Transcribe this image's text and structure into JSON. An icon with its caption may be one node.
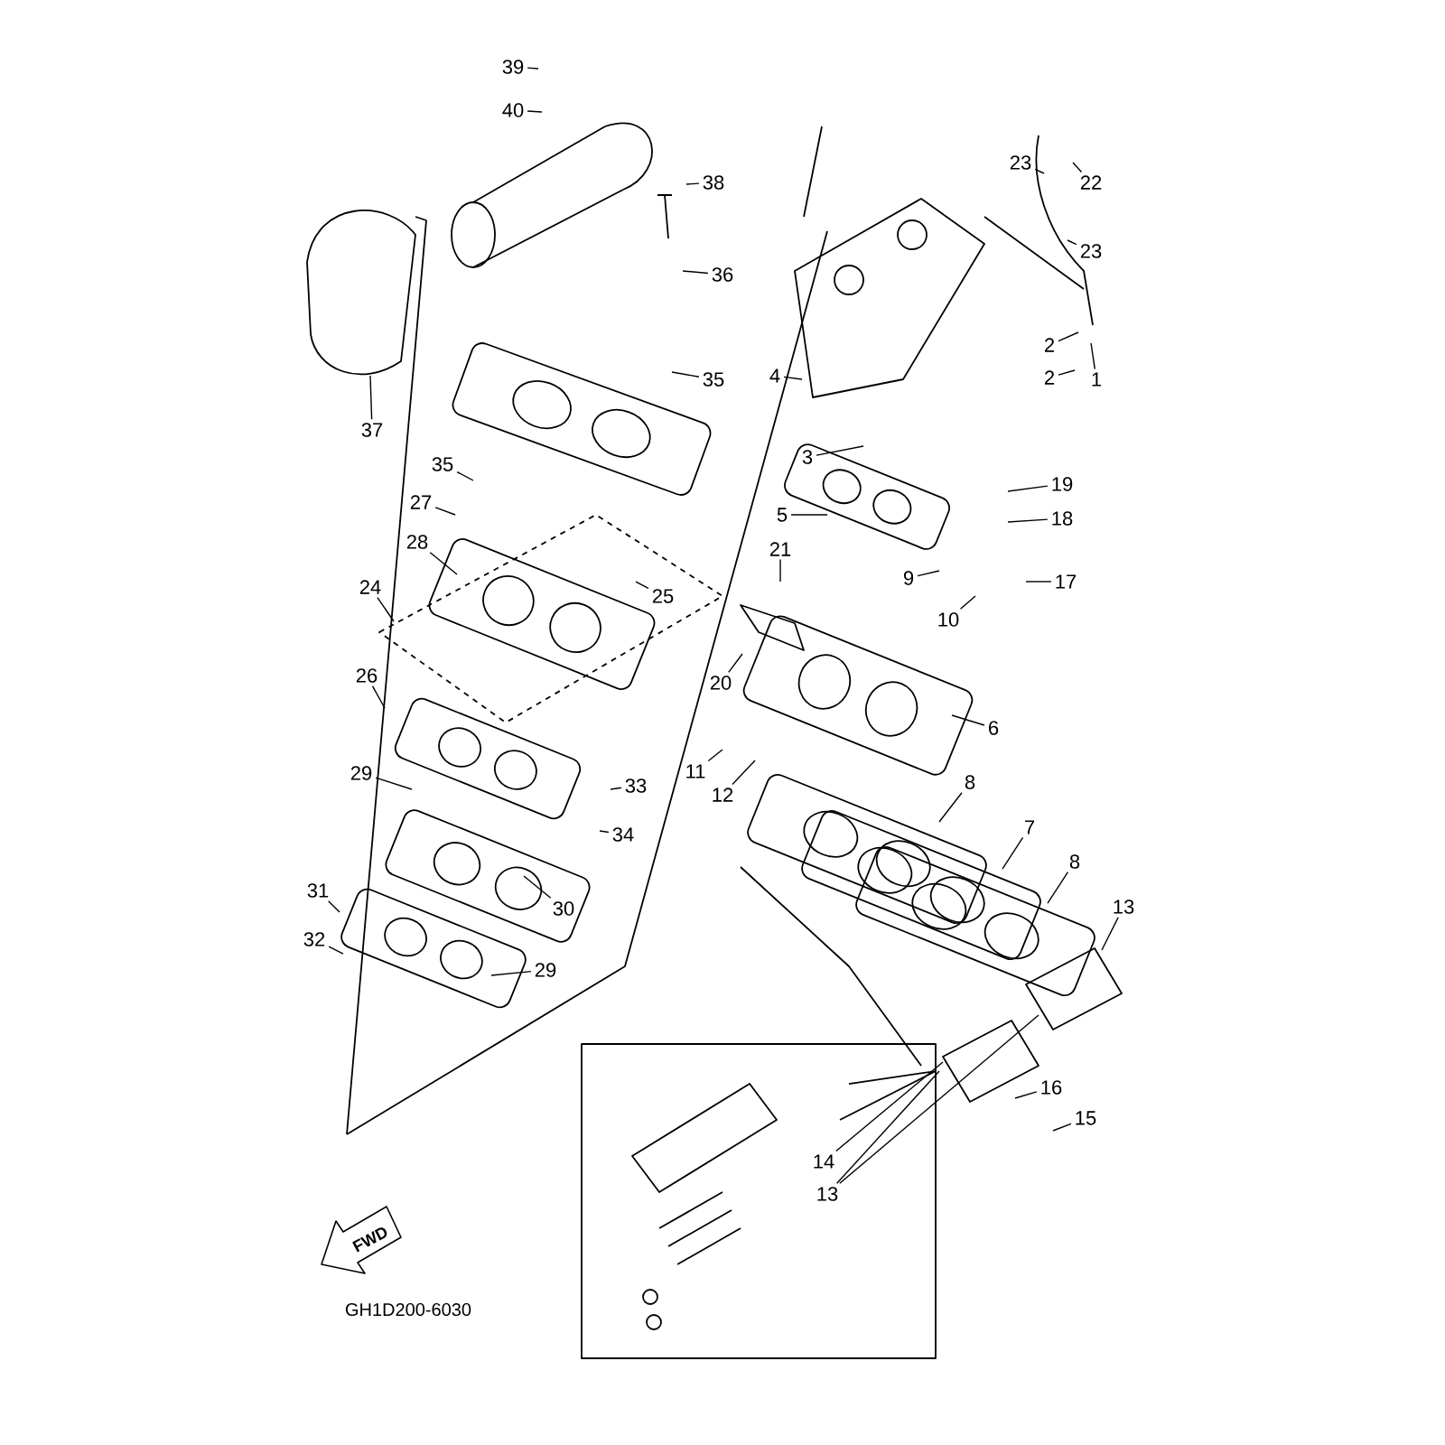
{
  "diagram": {
    "nodes": [
      {
        "text": [
          "39"
        ]
      },
      {
        "text": [
          "40"
        ]
      },
      {
        "text": [
          "38"
        ]
      },
      {
        "text": [
          "36"
        ]
      },
      {
        "text": [
          "37"
        ]
      },
      {
        "text": [
          "23"
        ]
      },
      {
        "text": [
          "22"
        ]
      },
      {
        "text": [
          "23"
        ]
      },
      {
        "text": [
          "2"
        ]
      },
      {
        "text": [
          "2"
        ]
      },
      {
        "text": [
          "1"
        ]
      },
      {
        "text": [
          "4"
        ]
      },
      {
        "text": [
          "35"
        ]
      },
      {
        "text": [
          "35"
        ]
      },
      {
        "text": [
          "3"
        ]
      },
      {
        "text": [
          "5"
        ]
      },
      {
        "text": [
          "19"
        ]
      },
      {
        "text": [
          "18"
        ]
      },
      {
        "text": [
          "27"
        ]
      },
      {
        "text": [
          "28"
        ]
      },
      {
        "text": [
          "21"
        ]
      },
      {
        "text": [
          "9"
        ]
      },
      {
        "text": [
          "17"
        ]
      },
      {
        "text": [
          "24"
        ]
      },
      {
        "text": [
          "25"
        ]
      },
      {
        "text": [
          "10"
        ]
      },
      {
        "text": [
          "26"
        ]
      },
      {
        "text": [
          "20"
        ]
      },
      {
        "text": [
          "6"
        ]
      },
      {
        "text": [
          "11"
        ]
      },
      {
        "text": [
          "29"
        ]
      },
      {
        "text": [
          "8"
        ]
      },
      {
        "text": [
          "33"
        ]
      },
      {
        "text": [
          "12"
        ]
      },
      {
        "text": [
          "7"
        ]
      },
      {
        "text": [
          "34"
        ]
      },
      {
        "text": [
          "8"
        ]
      },
      {
        "text": [
          "31"
        ]
      },
      {
        "text": [
          "13"
        ]
      },
      {
        "text": [
          "30"
        ]
      },
      {
        "text": [
          "32"
        ]
      },
      {
        "text": [
          "29"
        ]
      },
      {
        "text": [
          "16"
        ]
      },
      {
        "text": [
          "15"
        ]
      },
      {
        "text": [
          "14"
        ]
      },
      {
        "text": [
          "13"
        ]
      }
    ],
    "edges": [
      {
        "from": 0,
        "to": null,
        "arrow": "none"
      },
      {
        "from": 1,
        "to": null,
        "arrow": "none"
      },
      {
        "from": 2,
        "to": null,
        "arrow": "none"
      },
      {
        "from": 3,
        "to": null,
        "arrow": "none"
      },
      {
        "from": 4,
        "to": null,
        "arrow": "none"
      },
      {
        "from": 5,
        "to": null,
        "arrow": "none"
      },
      {
        "from": 6,
        "to": null,
        "arrow": "none"
      },
      {
        "from": 7,
        "to": null,
        "arrow": "none"
      },
      {
        "from": 8,
        "to": null,
        "arrow": "none"
      },
      {
        "from": 9,
        "to": null,
        "arrow": "none"
      },
      {
        "from": 10,
        "to": null,
        "arrow": "none"
      },
      {
        "from": 11,
        "to": null,
        "arrow": "none"
      },
      {
        "from": 12,
        "to": null,
        "arrow": "none"
      },
      {
        "from": 13,
        "to": null,
        "arrow": "none"
      },
      {
        "from": 14,
        "to": null,
        "arrow": "none"
      },
      {
        "from": 15,
        "to": null,
        "arrow": "none"
      },
      {
        "from": 16,
        "to": null,
        "arrow": "none"
      },
      {
        "from": 17,
        "to": null,
        "arrow": "none"
      },
      {
        "from": 18,
        "to": null,
        "arrow": "none"
      },
      {
        "from": 19,
        "to": null,
        "arrow": "none"
      },
      {
        "from": 20,
        "to": null,
        "arrow": "none"
      },
      {
        "from": 21,
        "to": null,
        "arrow": "none"
      },
      {
        "from": 22,
        "to": null,
        "arrow": "none"
      },
      {
        "from": 23,
        "to": null,
        "arrow": "none"
      },
      {
        "from": 24,
        "to": null,
        "arrow": "none"
      },
      {
        "from": 25,
        "to": null,
        "arrow": "none"
      },
      {
        "from": 26,
        "to": null,
        "arrow": "none"
      },
      {
        "from": 27,
        "to": null,
        "arrow": "none"
      },
      {
        "from": 28,
        "to": null,
        "arrow": "none"
      },
      {
        "from": 29,
        "to": null,
        "arrow": "none"
      },
      {
        "from": 30,
        "to": null,
        "arrow": "none"
      },
      {
        "from": 31,
        "to": null,
        "arrow": "none"
      },
      {
        "from": 32,
        "to": null,
        "arrow": "none"
      },
      {
        "from": 33,
        "to": null,
        "arrow": "none"
      },
      {
        "from": 34,
        "to": null,
        "arrow": "none"
      },
      {
        "from": 35,
        "to": null,
        "arrow": "none"
      },
      {
        "from": 36,
        "to": null,
        "arrow": "none"
      },
      {
        "from": 37,
        "to": null,
        "arrow": "none"
      },
      {
        "from": 38,
        "to": null,
        "arrow": "none"
      },
      {
        "from": 39,
        "to": null,
        "arrow": "none"
      },
      {
        "from": 40,
        "to": null,
        "arrow": "none"
      },
      {
        "from": 41,
        "to": null,
        "arrow": "none"
      },
      {
        "from": 42,
        "to": null,
        "arrow": "none"
      },
      {
        "from": 43,
        "to": null,
        "arrow": "none"
      },
      {
        "from": 44,
        "to": null,
        "arrow": "none"
      },
      {
        "from": 45,
        "to": null,
        "arrow": "none"
      },
      {
        "from": 45,
        "to": null,
        "arrow": "none"
      }
    ],
    "labels": [
      "FWD",
      "GH1D200-6030"
    ]
  }
}
